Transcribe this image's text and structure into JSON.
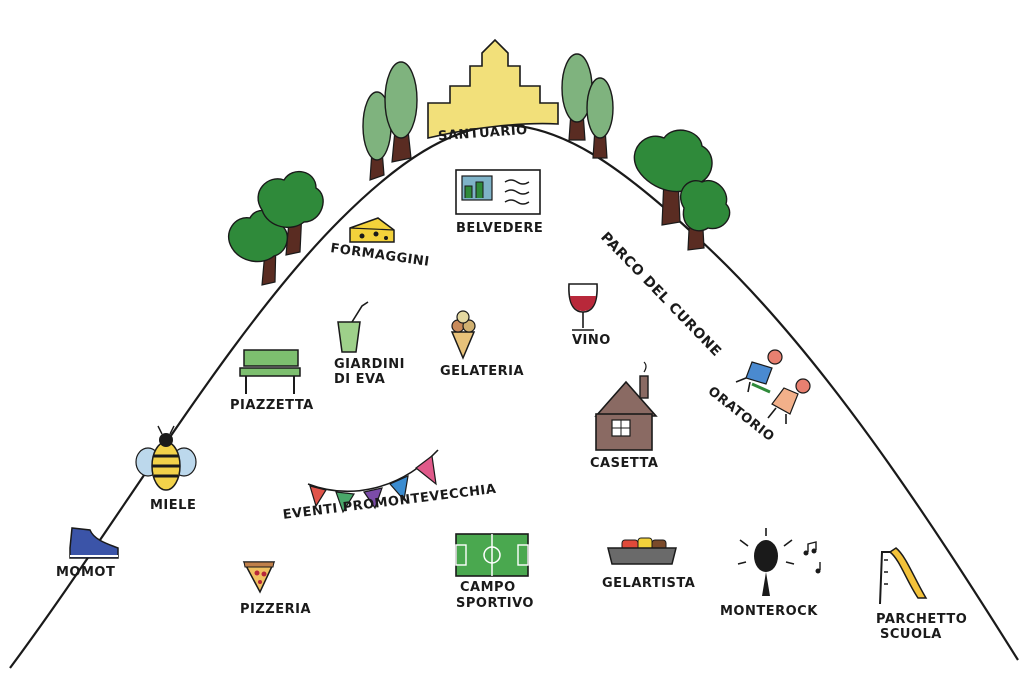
{
  "labels": {
    "santuario": "SANTUARIO",
    "belvedere": "BELVEDERE",
    "parco": "PARCO DEL CURONE",
    "formaggini": "FORMAGGINI",
    "giardini_line1": "GIARDINI",
    "giardini_line2": "DI EVA",
    "gelateria": "GELATERIA",
    "vino": "VINO",
    "piazzetta": "PIAZZETTA",
    "oratorio": "ORATORIO",
    "casetta": "CASETTA",
    "miele": "MIELE",
    "eventi": "EVENTI PROMONTEVECCHIA",
    "momot": "MOMOT",
    "pizzeria": "PIZZERIA",
    "campo_line1": "CAMPO",
    "campo_line2": "SPORTIVO",
    "gelartista": "GELARTISTA",
    "monterock": "MONTEROCK",
    "parchetto_line1": "PARCHETTO",
    "parchetto_line2": "SCUOLA"
  },
  "icons": [
    "santuario-icon",
    "tree-icon",
    "belvedere-postcard-icon",
    "cheese-icon",
    "drink-cup-icon",
    "ice-cream-icon",
    "wine-glass-icon",
    "bench-icon",
    "house-icon",
    "children-icon",
    "bee-icon",
    "bunting-flags-icon",
    "shoe-icon",
    "pizza-slice-icon",
    "soccer-field-icon",
    "pastry-tray-icon",
    "microphone-icon",
    "slide-icon"
  ],
  "colors": {
    "line": "#1a1a1a",
    "tree_green": "#2f8a3a",
    "cypress_green": "#7fb37e",
    "trunk": "#5a2c22",
    "church": "#f2e07a",
    "cheese": "#f3d23b",
    "bench": "#7dbf6f",
    "wine": "#b8283a",
    "house": "#8a6a63",
    "bee_yellow": "#f2d24a",
    "shoe": "#3b54a8",
    "field": "#4aa84f",
    "slide": "#f3c23a",
    "flags": [
      "#e0544a",
      "#4aa86a",
      "#7b4ca8",
      "#3b8cd0",
      "#e05a8a"
    ]
  }
}
